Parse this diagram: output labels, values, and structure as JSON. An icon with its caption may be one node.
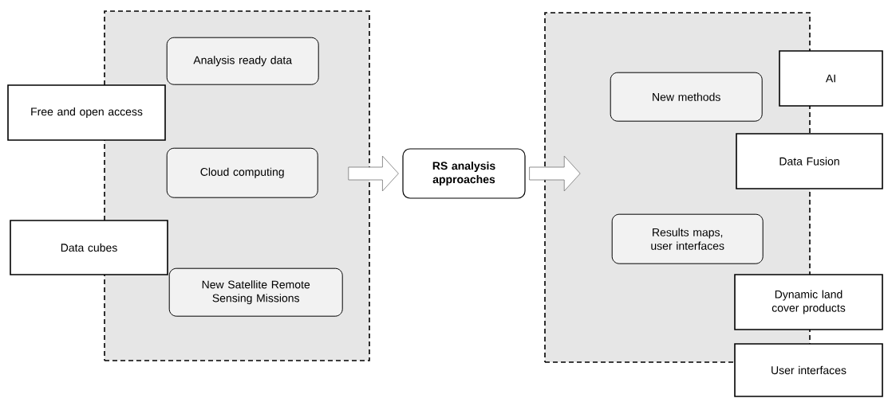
{
  "diagram": {
    "nodes": [
      {
        "text": [],
        "shape": "box"
      },
      {
        "text": [
          "Analysis ready data"
        ],
        "in": 0
      },
      {
        "text": [
          "Cloud computing"
        ],
        "in": 0
      },
      {
        "text": [
          "New Satellite Remote Sensing Missions"
        ],
        "in": 0
      },
      {
        "text": [
          "Free and open access"
        ]
      },
      {
        "text": [
          "Data cubes"
        ]
      },
      {
        "text": [
          "RS analysis approaches"
        ]
      },
      {
        "text": [],
        "shape": "box"
      },
      {
        "text": [
          "New methods"
        ],
        "in": 7
      },
      {
        "text": [
          "Results  maps, user interfaces"
        ],
        "in": 7
      },
      {
        "text": [
          "AI"
        ]
      },
      {
        "text": [
          "Data Fusion"
        ]
      },
      {
        "text": [
          "Dynamic land cover products"
        ]
      },
      {
        "text": [
          "User interfaces"
        ]
      }
    ],
    "edges": [
      {
        "from": 0,
        "to": 6,
        "arrow": "to"
      },
      {
        "from": 6,
        "to": 7,
        "arrow": "to"
      }
    ]
  }
}
